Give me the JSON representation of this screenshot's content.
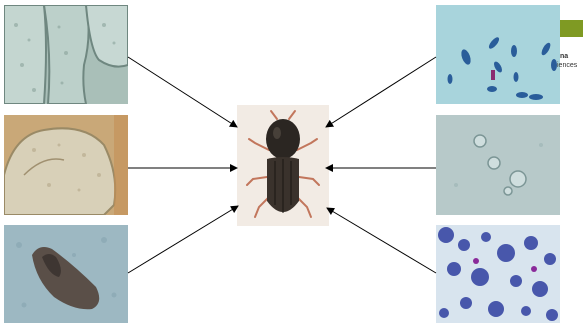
{
  "logo": {
    "line1": "na",
    "line2": "iences",
    "color": "#7f9a23"
  },
  "center": {
    "subject": "beetle",
    "icon": "beetle-icon"
  },
  "panels": {
    "left": [
      {
        "subject": "cell-tissue-micrograph"
      },
      {
        "subject": "single-cell-micrograph"
      },
      {
        "subject": "cyst-micrograph"
      }
    ],
    "right": [
      {
        "subject": "stained-spores-micrograph"
      },
      {
        "subject": "round-cysts-micrograph"
      },
      {
        "subject": "blue-stained-micrograph"
      }
    ]
  },
  "arrow_color": "#000000"
}
